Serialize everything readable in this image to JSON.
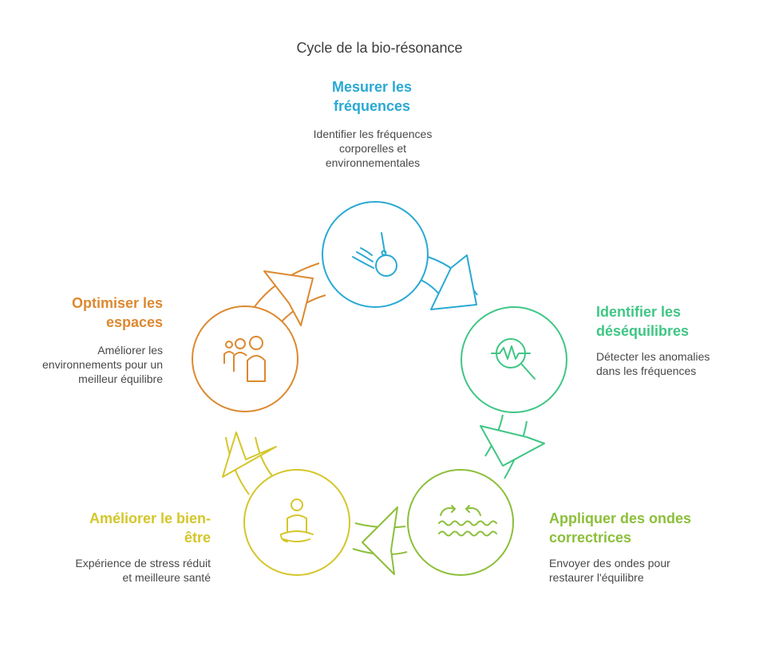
{
  "title": "Cycle de la bio-résonance",
  "colors": {
    "blue": "#29a9d3",
    "green": "#3fc685",
    "lime": "#8cbf3a",
    "yellow": "#d4c62a",
    "orange": "#dc8930"
  },
  "steps": [
    {
      "heading": "Mesurer les fréquences",
      "description": "Identifier les fréquences corporelles et environnementales",
      "icon": "frequency-pendulum-icon"
    },
    {
      "heading": "Identifier les déséquilibres",
      "description": "Détecter les anomalies dans les fréquences",
      "icon": "magnifier-wave-icon"
    },
    {
      "heading": "Appliquer des ondes correctrices",
      "description": "Envoyer des ondes pour restaurer l'équilibre",
      "icon": "corrective-waves-icon"
    },
    {
      "heading": "Améliorer le bien-être",
      "description": "Expérience de stress réduit et meilleure santé",
      "icon": "meditation-person-icon"
    },
    {
      "heading": "Optimiser les espaces",
      "description": "Améliorer les environnements pour un meilleur équilibre",
      "icon": "people-group-icon"
    }
  ]
}
